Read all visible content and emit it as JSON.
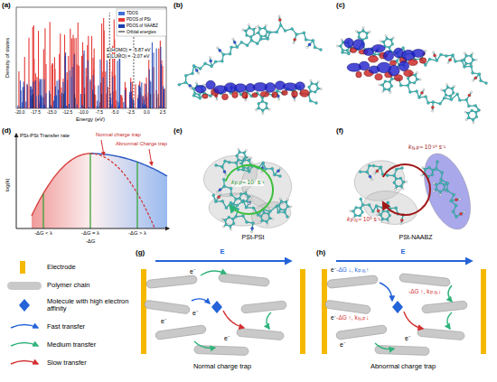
{
  "diagram": {
    "labels": [
      "(a)",
      "E(HOMO) = -5.87 eV",
      "E(LUMO) = -2.07 eV",
      "Density of states",
      "-20.0",
      "-17.5",
      "-15.0",
      "-12.5",
      "-10.0",
      "-7.5",
      "-5.0",
      "-2.5",
      "0.0",
      "2.5",
      "Energy (eV)",
      "(b)",
      "(c)",
      "(d)",
      "PSt-PSt Transfer rate",
      "Normal charge trap",
      "Abnormal Charge trap",
      "log(k)",
      "-ΔG < λ",
      "-ΔG = λ",
      "-ΔG > λ",
      "-ΔG",
      "(e)",
      "k",
      "P-P",
      "≈ 10⁷ s⁻¹",
      "PSt-PSt",
      "(f)",
      "k",
      "N-P",
      "≈ 10⁻²⁹ s⁻¹",
      "k",
      "P-N",
      "≈ 10⁸ s⁻¹",
      "PSt-NAABZ",
      "(g)",
      "E",
      "e⁻",
      "e⁻",
      "e⁻",
      "e⁻",
      "Normal charge trap",
      "(h)",
      "E",
      "e⁻",
      "-ΔG ↓, k",
      "P-N",
      "↑",
      "-ΔG ↑, k",
      "P-N",
      "↓",
      "e⁻",
      "-ΔG ↑, k",
      "N-P",
      "↓",
      "e⁻",
      "e⁻",
      "Abnormal charge trap"
    ],
    "legend": [
      {
        "text": "TDOS",
        "color": "#3d6fd6"
      },
      {
        "text": "PDOS of PSt",
        "color": "#e53935"
      },
      {
        "text": "PDOS of NAABZ",
        "color": "#1a3fb0"
      },
      {
        "text": "Orbital energies"
      },
      {
        "text": "Electrode",
        "color": "#f5b800"
      },
      {
        "text": "Polymer chain",
        "color": "#c9c9c9"
      },
      {
        "text": "Molecule with high electron affinity"
      },
      {
        "text": "Fast transfer"
      },
      {
        "text": "Medium transfer"
      },
      {
        "text": "Slow transfer"
      }
    ]
  }
}
